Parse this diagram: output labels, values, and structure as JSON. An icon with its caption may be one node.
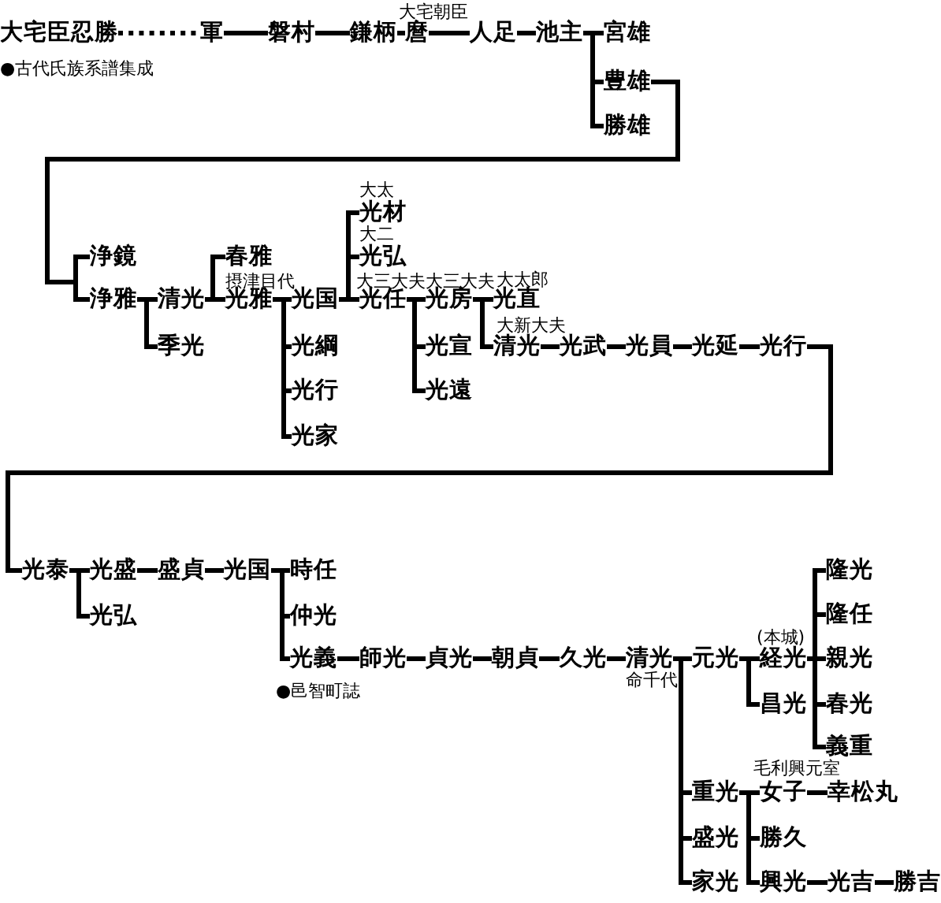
{
  "diagram": {
    "nodes": [
      {
        "text": [
          "大宅臣忍勝"
        ]
      },
      {
        "text": [
          "軍"
        ]
      },
      {
        "text": [
          "磐村"
        ]
      },
      {
        "text": [
          "鎌柄"
        ]
      },
      {
        "text": [
          "麿"
        ],
        "beside": [
          "大宅朝臣"
        ]
      },
      {
        "text": [
          "人足"
        ]
      },
      {
        "text": [
          "池主"
        ]
      },
      {
        "text": [
          "宮雄"
        ]
      },
      {
        "text": [
          "豊雄"
        ]
      },
      {
        "text": [
          "勝雄"
        ]
      },
      {
        "text": [
          "浄鏡"
        ]
      },
      {
        "text": [
          "浄雅"
        ]
      },
      {
        "text": [
          "清光"
        ]
      },
      {
        "text": [
          "季光"
        ]
      },
      {
        "text": [
          "春雅"
        ]
      },
      {
        "text": [
          "光雅"
        ],
        "beside": [
          "摂津目代"
        ]
      },
      {
        "text": [
          "光国"
        ]
      },
      {
        "text": [
          "光綱"
        ]
      },
      {
        "text": [
          "光行"
        ]
      },
      {
        "text": [
          "光家"
        ]
      },
      {
        "text": [
          "光材"
        ],
        "beside": [
          "大太"
        ]
      },
      {
        "text": [
          "光弘"
        ],
        "beside": [
          "大二"
        ]
      },
      {
        "text": [
          "光任"
        ],
        "beside": [
          "大三大夫"
        ]
      },
      {
        "text": [
          "光房"
        ],
        "beside": [
          "大三大夫"
        ]
      },
      {
        "text": [
          "光宣"
        ]
      },
      {
        "text": [
          "光遠"
        ]
      },
      {
        "text": [
          "光直"
        ],
        "beside": [
          "大太郎"
        ]
      },
      {
        "text": [
          "清光"
        ],
        "beside": [
          "大新大夫"
        ]
      },
      {
        "text": [
          "光武"
        ]
      },
      {
        "text": [
          "光員"
        ]
      },
      {
        "text": [
          "光延"
        ]
      },
      {
        "text": [
          "光行"
        ]
      },
      {
        "text": [
          "光泰"
        ]
      },
      {
        "text": [
          "光盛"
        ]
      },
      {
        "text": [
          "光弘"
        ]
      },
      {
        "text": [
          "盛貞"
        ]
      },
      {
        "text": [
          "光国"
        ]
      },
      {
        "text": [
          "時任"
        ]
      },
      {
        "text": [
          "仲光"
        ]
      },
      {
        "text": [
          "光義"
        ]
      },
      {
        "text": [
          "師光"
        ]
      },
      {
        "text": [
          "貞光"
        ]
      },
      {
        "text": [
          "朝貞"
        ]
      },
      {
        "text": [
          "久光"
        ]
      },
      {
        "text": [
          "清光"
        ],
        "beside": [
          "命千代"
        ]
      },
      {
        "text": [
          "元光"
        ]
      },
      {
        "text": [
          "経光"
        ],
        "beside": [
          "(本城)"
        ]
      },
      {
        "text": [
          "昌光"
        ]
      },
      {
        "text": [
          "隆光"
        ]
      },
      {
        "text": [
          "隆任"
        ]
      },
      {
        "text": [
          "親光"
        ]
      },
      {
        "text": [
          "春光"
        ]
      },
      {
        "text": [
          "義重"
        ]
      },
      {
        "text": [
          "重光"
        ]
      },
      {
        "text": [
          "女子"
        ],
        "beside": [
          "毛利興元室"
        ]
      },
      {
        "text": [
          "幸松丸"
        ]
      },
      {
        "text": [
          "勝久"
        ]
      },
      {
        "text": [
          "興光"
        ]
      },
      {
        "text": [
          "光吉"
        ]
      },
      {
        "text": [
          "勝吉"
        ]
      },
      {
        "text": [
          "盛光"
        ]
      },
      {
        "text": [
          "家光"
        ]
      }
    ],
    "edges": [
      {
        "from": 0,
        "to": 1,
        "arrow": "none",
        "style": "dashed"
      },
      {
        "from": 1,
        "to": 2,
        "arrow": "none"
      },
      {
        "from": 2,
        "to": 3,
        "arrow": "none"
      },
      {
        "from": 3,
        "to": 4,
        "arrow": "none"
      },
      {
        "from": 4,
        "to": 5,
        "arrow": "none"
      },
      {
        "from": 5,
        "to": 6,
        "arrow": "none"
      },
      {
        "from": 6,
        "to": 7,
        "arrow": "none"
      },
      {
        "from": 6,
        "to": 8,
        "arrow": "none"
      },
      {
        "from": 6,
        "to": 9,
        "arrow": "none"
      },
      {
        "from": 8,
        "to": 10,
        "arrow": "none"
      },
      {
        "from": 8,
        "to": 11,
        "arrow": "none"
      },
      {
        "from": 11,
        "to": 12,
        "arrow": "none"
      },
      {
        "from": 11,
        "to": 13,
        "arrow": "none"
      },
      {
        "from": 12,
        "to": 14,
        "arrow": "none"
      },
      {
        "from": 12,
        "to": 15,
        "arrow": "none"
      },
      {
        "from": 15,
        "to": 16,
        "arrow": "none"
      },
      {
        "from": 15,
        "to": 17,
        "arrow": "none"
      },
      {
        "from": 15,
        "to": 18,
        "arrow": "none"
      },
      {
        "from": 15,
        "to": 19,
        "arrow": "none"
      },
      {
        "from": 16,
        "to": 20,
        "arrow": "none"
      },
      {
        "from": 16,
        "to": 21,
        "arrow": "none"
      },
      {
        "from": 16,
        "to": 22,
        "arrow": "none"
      },
      {
        "from": 22,
        "to": 23,
        "arrow": "none"
      },
      {
        "from": 22,
        "to": 24,
        "arrow": "none"
      },
      {
        "from": 22,
        "to": 25,
        "arrow": "none"
      },
      {
        "from": 23,
        "to": 26,
        "arrow": "none"
      },
      {
        "from": 23,
        "to": 27,
        "arrow": "none"
      },
      {
        "from": 27,
        "to": 28,
        "arrow": "none"
      },
      {
        "from": 28,
        "to": 29,
        "arrow": "none"
      },
      {
        "from": 29,
        "to": 30,
        "arrow": "none"
      },
      {
        "from": 30,
        "to": 31,
        "arrow": "none"
      },
      {
        "from": 31,
        "to": 32,
        "arrow": "none"
      },
      {
        "from": 32,
        "to": 33,
        "arrow": "none"
      },
      {
        "from": 32,
        "to": 34,
        "arrow": "none"
      },
      {
        "from": 33,
        "to": 35,
        "arrow": "none"
      },
      {
        "from": 35,
        "to": 36,
        "arrow": "none"
      },
      {
        "from": 36,
        "to": 37,
        "arrow": "none"
      },
      {
        "from": 36,
        "to": 38,
        "arrow": "none"
      },
      {
        "from": 36,
        "to": 39,
        "arrow": "none"
      },
      {
        "from": 39,
        "to": 40,
        "arrow": "none"
      },
      {
        "from": 40,
        "to": 41,
        "arrow": "none"
      },
      {
        "from": 41,
        "to": 42,
        "arrow": "none"
      },
      {
        "from": 42,
        "to": 43,
        "arrow": "none"
      },
      {
        "from": 43,
        "to": 44,
        "arrow": "none"
      },
      {
        "from": 44,
        "to": 45,
        "arrow": "none"
      },
      {
        "from": 44,
        "to": 53,
        "arrow": "none"
      },
      {
        "from": 44,
        "to": 60,
        "arrow": "none"
      },
      {
        "from": 44,
        "to": 61,
        "arrow": "none"
      },
      {
        "from": 45,
        "to": 46,
        "arrow": "none"
      },
      {
        "from": 45,
        "to": 47,
        "arrow": "none"
      },
      {
        "from": 46,
        "to": 48,
        "arrow": "none"
      },
      {
        "from": 46,
        "to": 49,
        "arrow": "none"
      },
      {
        "from": 46,
        "to": 50,
        "arrow": "none"
      },
      {
        "from": 46,
        "to": 51,
        "arrow": "none"
      },
      {
        "from": 46,
        "to": 52,
        "arrow": "none"
      },
      {
        "from": 53,
        "to": 54,
        "arrow": "none"
      },
      {
        "from": 53,
        "to": 56,
        "arrow": "none"
      },
      {
        "from": 53,
        "to": 57,
        "arrow": "none"
      },
      {
        "from": 54,
        "to": 55,
        "arrow": "none"
      },
      {
        "from": 57,
        "to": 58,
        "arrow": "none"
      },
      {
        "from": 58,
        "to": 59,
        "arrow": "none"
      }
    ],
    "labels": [
      "●古代氏族系譜集成",
      "●邑智町誌"
    ]
  }
}
